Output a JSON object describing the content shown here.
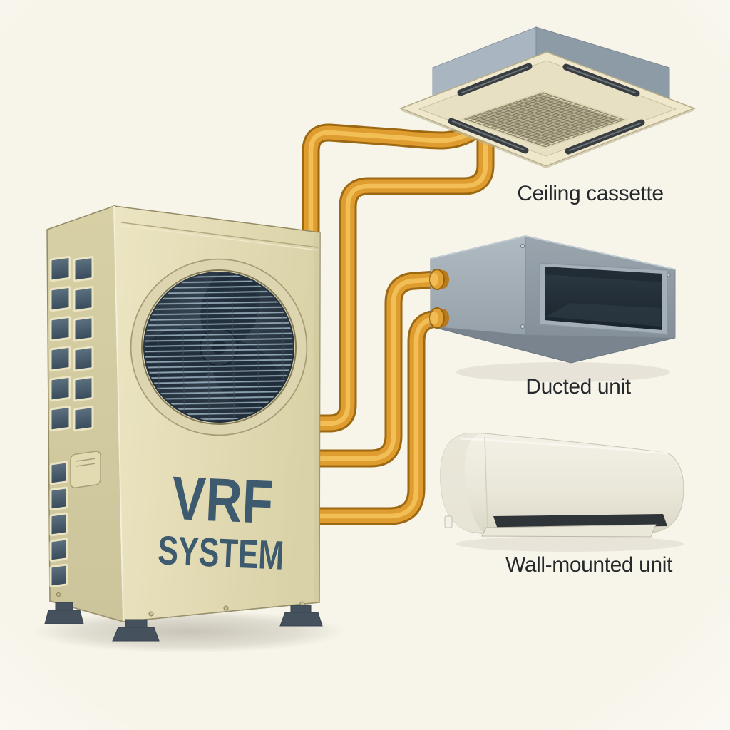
{
  "diagram": {
    "background_color": "#f7f4ea",
    "outdoor_unit": {
      "name": "VRF outdoor unit",
      "label_line1": "VRF",
      "label_line2": "SYSTEM",
      "label_color": "#3d5a6e",
      "body_color": "#e4dcb6"
    },
    "indoor_units": [
      {
        "id": "ceiling-cassette",
        "label": "Ceiling cassette"
      },
      {
        "id": "ducted-unit",
        "label": "Ducted unit"
      },
      {
        "id": "wall-mounted-unit",
        "label": "Wall-mounted unit"
      }
    ],
    "pipes": [
      {
        "from": "outdoor-unit",
        "to": "ceiling-cassette"
      },
      {
        "from": "outdoor-unit",
        "to": "ceiling-cassette"
      },
      {
        "from": "outdoor-unit",
        "to": "ducted-unit"
      },
      {
        "from": "outdoor-unit",
        "to": "ducted-unit"
      }
    ],
    "colors": {
      "pipe": "#e09d2f",
      "pipe_outline": "#9c6812",
      "pipe_highlight": "#f4c35c",
      "label_text": "#26292c",
      "metal_gray": "#97a2aa",
      "vent_dark": "#43566 5"
    }
  }
}
